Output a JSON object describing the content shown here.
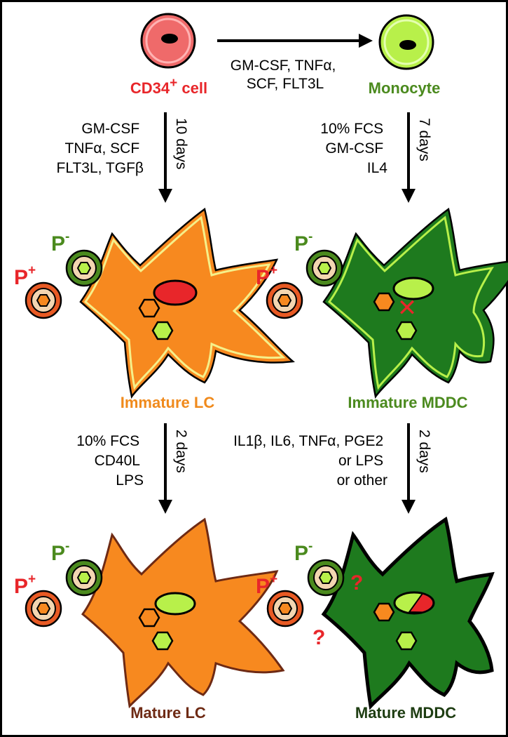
{
  "colors": {
    "red": "#e8262a",
    "green_text": "#4b8a1e",
    "orange_text": "#f08a1c",
    "brown_text": "#6e2a14",
    "dark_green_text": "#1e3d12",
    "lc_fill": "#f7891f",
    "mddc_fill": "#1e7a1e",
    "lime": "#b8f04a",
    "beige": "#f3d6b1"
  },
  "cells": {
    "cd34": {
      "label": "CD34",
      "sup": "+",
      "suffix": " cell"
    },
    "monocyte": {
      "label": "Monocyte"
    },
    "immature_lc": {
      "label": "Immature LC"
    },
    "immature_mddc": {
      "label": "Immature MDDC"
    },
    "mature_lc": {
      "label": "Mature LC"
    },
    "mature_mddc": {
      "label": "Mature MDDC"
    }
  },
  "arrows": {
    "cd34_to_monocyte": {
      "lines": [
        "GM-CSF, TNFα,",
        "SCF, FLT3L"
      ]
    },
    "cd34_to_immature_lc": {
      "lines": [
        "GM-CSF",
        "TNFα, SCF",
        "FLT3L, TGFβ"
      ],
      "duration": "10 days"
    },
    "monocyte_to_immature_mddc": {
      "lines": [
        "10% FCS",
        "GM-CSF",
        "IL4"
      ],
      "duration": "7 days"
    },
    "immature_lc_to_mature_lc": {
      "lines": [
        "10% FCS",
        "CD40L",
        "LPS"
      ],
      "duration": "2 days"
    },
    "immature_mddc_to_mature_mddc": {
      "lines": [
        "IL1β, IL6, TNFα, PGE2",
        "or LPS",
        "or other"
      ],
      "duration": "2 days"
    }
  },
  "particles": {
    "p_minus": {
      "letter": "P",
      "sign": "-"
    },
    "p_plus": {
      "letter": "P",
      "sign": "+"
    }
  },
  "marks": {
    "question": "?",
    "cross": "✕"
  }
}
